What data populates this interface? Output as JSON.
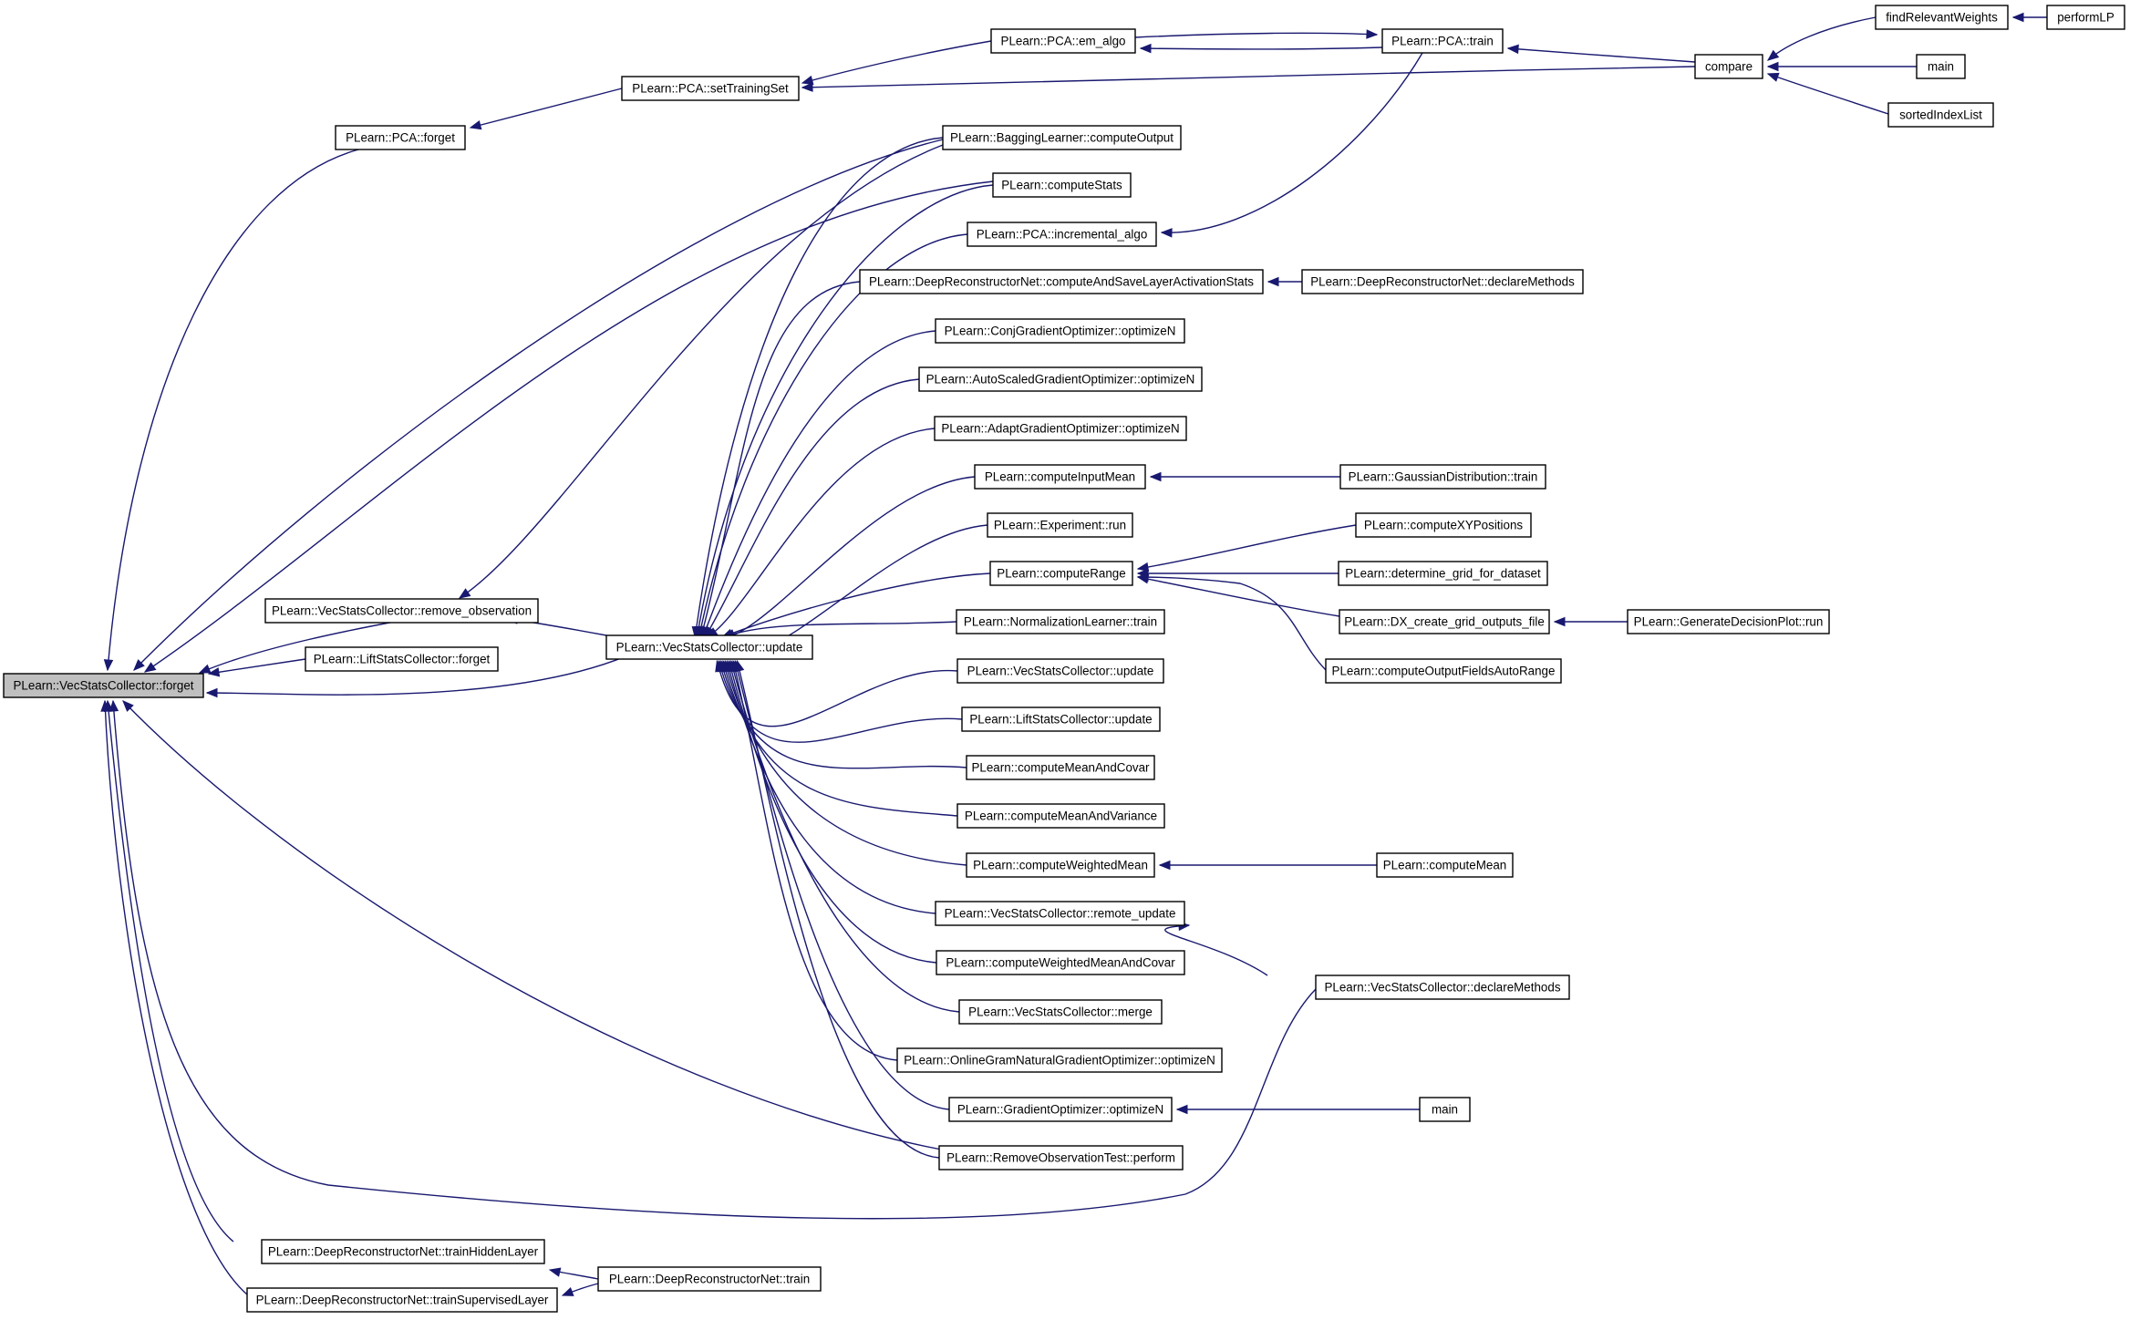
{
  "nodes": {
    "root": "PLearn::VecStatsCollector::forget",
    "pca_forget": "PLearn::PCA::forget",
    "pca_setTrainingSet": "PLearn::PCA::setTrainingSet",
    "pca_em_algo": "PLearn::PCA::em_algo",
    "pca_train": "PLearn::PCA::train",
    "compare": "compare",
    "findRelevantWeights": "findRelevantWeights",
    "performLP": "performLP",
    "main_top": "main",
    "sortedIndexList": "sortedIndexList",
    "bagging_computeOutput": "PLearn::BaggingLearner::computeOutput",
    "computeStats": "PLearn::computeStats",
    "pca_incremental": "PLearn::PCA::incremental_algo",
    "drn_computeAndSave": "PLearn::DeepReconstructorNet::computeAndSaveLayerActivationStats",
    "drn_declareMethods": "PLearn::DeepReconstructorNet::declareMethods",
    "conj_optimizeN": "PLearn::ConjGradientOptimizer::optimizeN",
    "autoscaled_optimizeN": "PLearn::AutoScaledGradientOptimizer::optimizeN",
    "adapt_optimizeN": "PLearn::AdaptGradientOptimizer::optimizeN",
    "computeInputMean": "PLearn::computeInputMean",
    "gaussian_train": "PLearn::GaussianDistribution::train",
    "experiment_run": "PLearn::Experiment::run",
    "computeXYPositions": "PLearn::computeXYPositions",
    "computeRange": "PLearn::computeRange",
    "determine_grid": "PLearn::determine_grid_for_dataset",
    "remove_observation": "PLearn::VecStatsCollector::remove_observation",
    "vsc_update": "PLearn::VecStatsCollector::update",
    "normalization_train": "PLearn::NormalizationLearner::train",
    "dx_create": "PLearn::DX_create_grid_outputs_file",
    "generateDecisionPlot": "PLearn::GenerateDecisionPlot::run",
    "lift_forget": "PLearn::LiftStatsCollector::forget",
    "vsc_update2": "PLearn::VecStatsCollector::update",
    "computeOutputFields": "PLearn::computeOutputFieldsAutoRange",
    "lift_update": "PLearn::LiftStatsCollector::update",
    "computeMeanAndCovar": "PLearn::computeMeanAndCovar",
    "computeMeanAndVariance": "PLearn::computeMeanAndVariance",
    "computeWeightedMean": "PLearn::computeWeightedMean",
    "computeMean": "PLearn::computeMean",
    "remote_update": "PLearn::VecStatsCollector::remote_update",
    "computeWeightedMeanAndCovar": "PLearn::computeWeightedMeanAndCovar",
    "vsc_declareMethods": "PLearn::VecStatsCollector::declareMethods",
    "vsc_merge": "PLearn::VecStatsCollector::merge",
    "onlinegram_optimizeN": "PLearn::OnlineGramNaturalGradientOptimizer::optimizeN",
    "gradient_optimizeN": "PLearn::GradientOptimizer::optimizeN",
    "main_bottom": "main",
    "removeObsTest": "PLearn::RemoveObservationTest::perform",
    "drn_trainHidden": "PLearn::DeepReconstructorNet::trainHiddenLayer",
    "drn_train": "PLearn::DeepReconstructorNet::train",
    "drn_trainSupervised": "PLearn::DeepReconstructorNet::trainSupervisedLayer"
  },
  "colors": {
    "edge": "#191970",
    "root_fill": "#bfbfbf",
    "node_fill": "#ffffff",
    "node_border": "#000000"
  }
}
